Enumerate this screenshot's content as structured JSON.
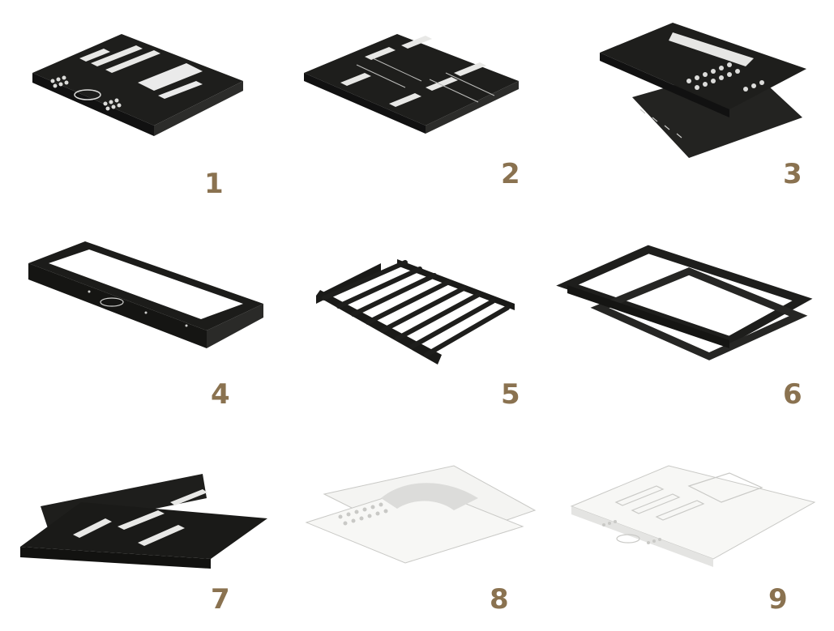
{
  "colors": {
    "label": "#8a7250",
    "panel_dark": "#1e1e1c",
    "panel_white": "#f4f4f2",
    "panel_edge": "#c9c9c6"
  },
  "items": [
    {
      "label": "1",
      "finish": "black",
      "icon": "tray-plate-1"
    },
    {
      "label": "2",
      "finish": "black",
      "icon": "tray-plate-2"
    },
    {
      "label": "3",
      "finish": "black",
      "icon": "tray-plate-3"
    },
    {
      "label": "4",
      "finish": "black",
      "icon": "tray-plate-4"
    },
    {
      "label": "5",
      "finish": "black",
      "icon": "tray-plate-5"
    },
    {
      "label": "6",
      "finish": "black",
      "icon": "tray-plate-6"
    },
    {
      "label": "7",
      "finish": "black",
      "icon": "tray-plate-7"
    },
    {
      "label": "8",
      "finish": "white",
      "icon": "tray-plate-8"
    },
    {
      "label": "9",
      "finish": "white",
      "icon": "tray-plate-9"
    }
  ]
}
